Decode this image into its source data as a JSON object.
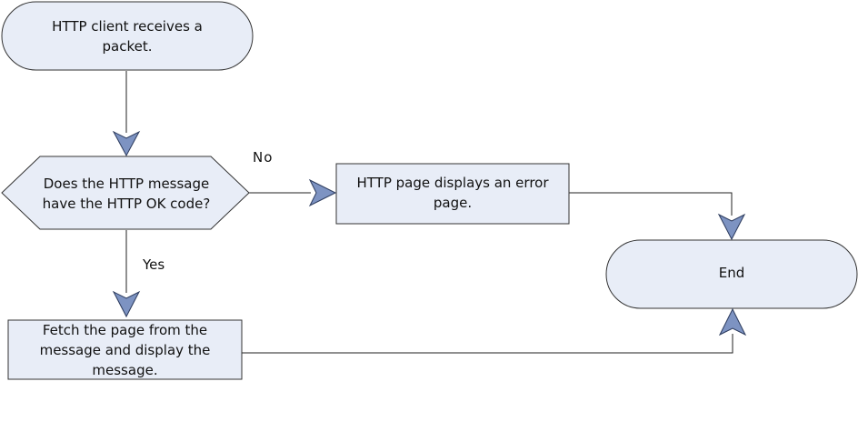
{
  "colors": {
    "node_fill": "#e8edf7",
    "node_stroke": "#333333",
    "arrow_fill": "#7d93c2",
    "arrow_stroke": "#2b3a5c",
    "line": "#222222"
  },
  "nodes": {
    "start": {
      "text": "HTTP client receives a packet."
    },
    "decision": {
      "text": "Does the HTTP message have the HTTP OK code?"
    },
    "error": {
      "text": "HTTP page displays an error page."
    },
    "fetch": {
      "text": "Fetch the page from the message and display the message."
    },
    "end": {
      "text": "End"
    }
  },
  "edges": {
    "no_label": "No",
    "yes_label": "Yes"
  }
}
